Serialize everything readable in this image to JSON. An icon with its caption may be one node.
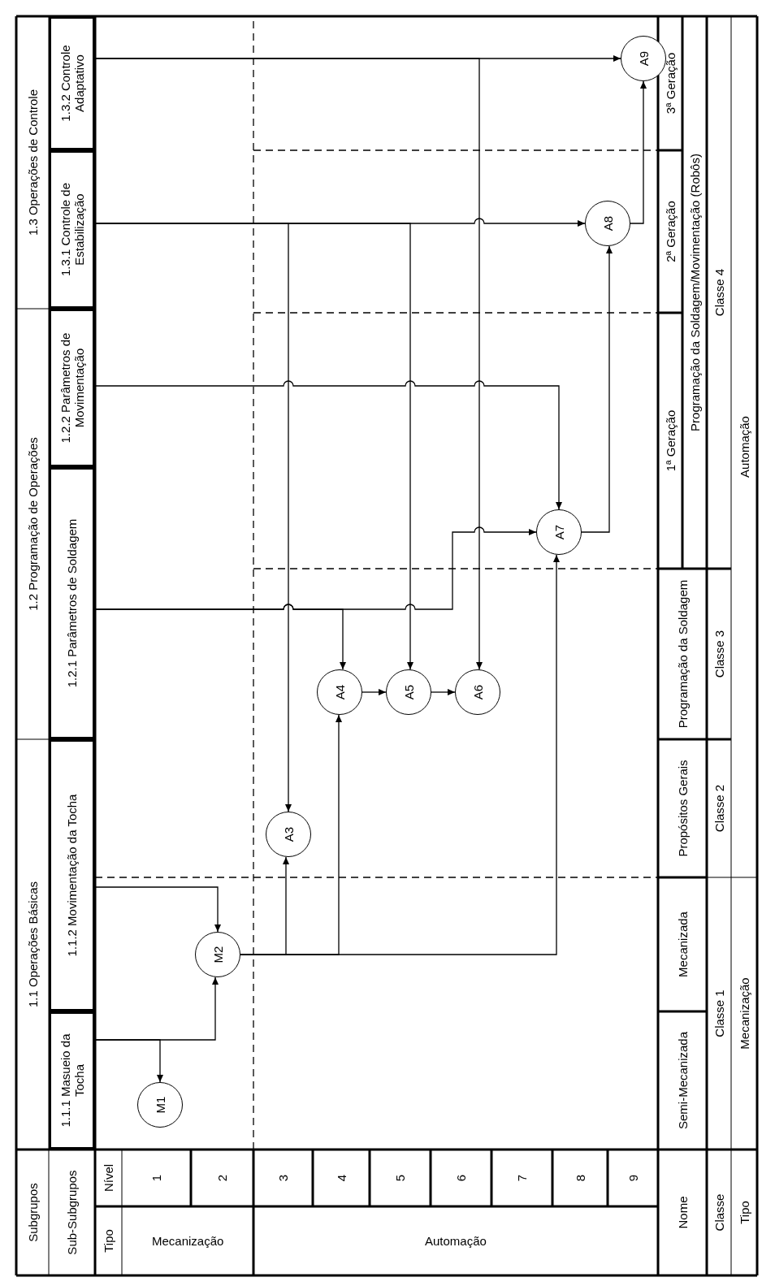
{
  "diagram": {
    "nodes": [
      {
        "text": [
          "1.1.1 Masueio da Tocha"
        ]
      },
      {
        "text": [
          "1.1.2 Movimentação da Tocha"
        ]
      },
      {
        "text": [
          "1.2.1 Parâmetros de Soldagem"
        ]
      },
      {
        "text": [
          "1.2.2 Parâmetros de Movimentação"
        ]
      },
      {
        "text": [
          "1.3.1 Controle de Estabilização"
        ]
      },
      {
        "text": [
          "1.3.2 Controle Adaptativo"
        ]
      },
      {
        "text": [
          "M1"
        ]
      },
      {
        "text": [
          "M2"
        ]
      },
      {
        "text": [
          "A3"
        ]
      },
      {
        "text": [
          "A4"
        ]
      },
      {
        "text": [
          "A5"
        ]
      },
      {
        "text": [
          "A6"
        ]
      },
      {
        "text": [
          "A7"
        ]
      },
      {
        "text": [
          "A8"
        ]
      },
      {
        "text": [
          "A9"
        ]
      }
    ],
    "edges": [
      {
        "from": 0,
        "to": 6,
        "arrow": "to"
      },
      {
        "from": 0,
        "to": 7,
        "arrow": "to"
      },
      {
        "from": 1,
        "to": 7,
        "arrow": "to"
      },
      {
        "from": 7,
        "to": 8,
        "arrow": "to"
      },
      {
        "from": 7,
        "to": 9,
        "arrow": "to"
      },
      {
        "from": 7,
        "to": 12,
        "arrow": "to"
      },
      {
        "from": 2,
        "to": 9,
        "arrow": "to"
      },
      {
        "from": 2,
        "to": 12,
        "arrow": "to"
      },
      {
        "from": 4,
        "to": 8,
        "arrow": "to"
      },
      {
        "from": 4,
        "to": 10,
        "arrow": "to"
      },
      {
        "from": 4,
        "to": 13,
        "arrow": "to"
      },
      {
        "from": 3,
        "to": 12,
        "arrow": "to"
      },
      {
        "from": 5,
        "to": 11,
        "arrow": "to"
      },
      {
        "from": 5,
        "to": 14,
        "arrow": "to"
      },
      {
        "from": 9,
        "to": 10,
        "arrow": "to"
      },
      {
        "from": 10,
        "to": 11,
        "arrow": "to"
      },
      {
        "from": 12,
        "to": 13,
        "arrow": "to"
      },
      {
        "from": 13,
        "to": 14,
        "arrow": "to"
      }
    ],
    "labels": [
      "Subgrupos",
      "1.1 Operações Básicas",
      "1.2 Programação de Operações",
      "1.3 Operações de Controle",
      "Sub-Subgrupos",
      "Tipo",
      "Nível",
      "1",
      "Mecanização",
      "2",
      "3",
      "Automação",
      "4",
      "5",
      "6",
      "7",
      "8",
      "9",
      "Nome",
      "Semi-Mecanizada",
      "Mecanizada",
      "Propósitos Gerais",
      "Programação da Soldagem",
      "1ª Geração",
      "2ª Geração",
      "3ª Geração",
      "Programação da Soldagem/Movimentação (Robôs)",
      "Classe",
      "Classe 1",
      "Classe 2",
      "Classe 3",
      "Classe 4",
      "Tipo",
      "Mecanização",
      "Automação"
    ]
  }
}
